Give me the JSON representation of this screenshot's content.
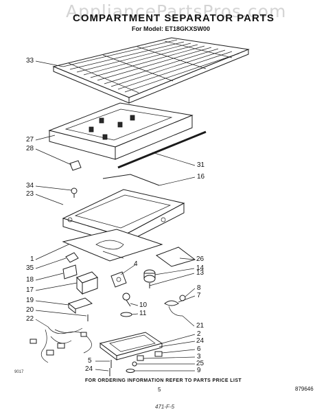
{
  "watermark": "AppliancePartsPros.com",
  "title": "COMPARTMENT SEPARATOR PARTS",
  "model": "For Model: ET18GKXSW00",
  "footer": "FOR ORDERING INFORMATION REFER TO PARTS PRICE LIST",
  "page_number": "5",
  "doc_number": "879646",
  "handwritten": "471-F-5",
  "corner_code": "9017",
  "callouts": [
    "33",
    "27",
    "28",
    "31",
    "16",
    "34",
    "23",
    "26",
    "14",
    "13",
    "1",
    "35",
    "18",
    "4",
    "17",
    "8",
    "7",
    "10",
    "19",
    "11",
    "20",
    "22",
    "21",
    "2",
    "24",
    "6",
    "3",
    "25",
    "9",
    "5",
    "24"
  ]
}
